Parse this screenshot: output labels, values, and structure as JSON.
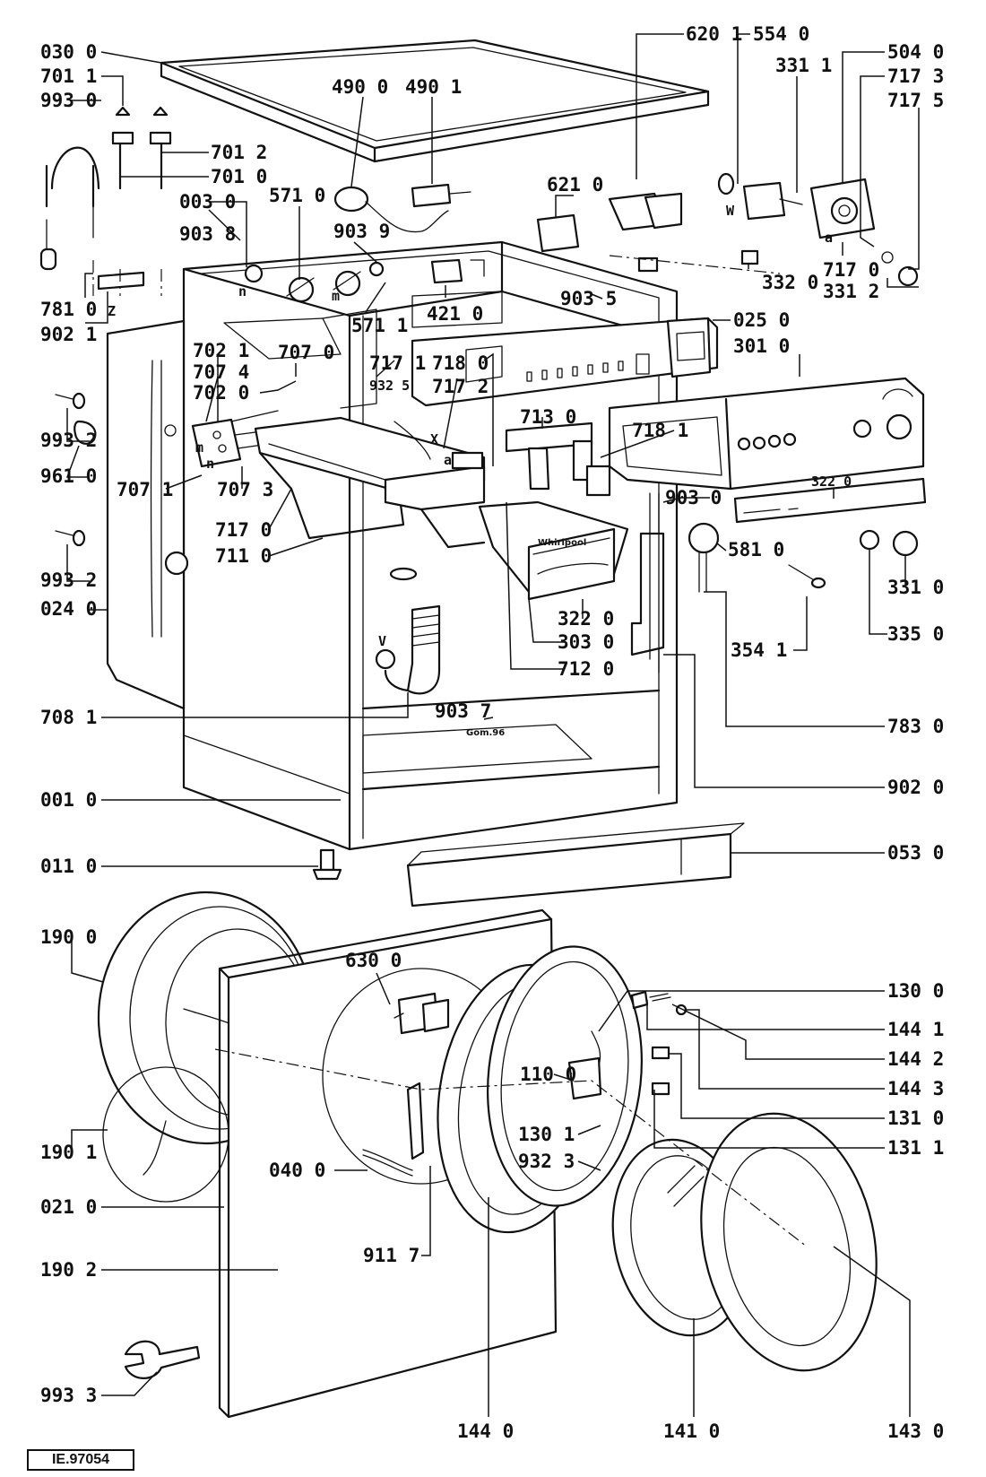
{
  "drawing_ref": "IE.97054",
  "brand_mark": "Whirlpool",
  "signature": "Gom.96",
  "labels": {
    "p0300": "030 0",
    "p7011": "701 1",
    "p9930": "993 0",
    "p7012": "701 2",
    "p7010": "701 0",
    "p0030": "003 0",
    "p5710": "571 0",
    "p4900": "490 0",
    "p4901": "490 1",
    "p9038": "903 8",
    "p9039": "903 9",
    "p7810": "781 0",
    "p9021": "902 1",
    "p4210": "421 0",
    "p5711": "571 1",
    "p6201": "620 1",
    "p5540": "554 0",
    "p3311": "331 1",
    "p5040": "504 0",
    "p7173": "717 3",
    "p7175": "717 5",
    "p6210": "621 0",
    "p3320": "332 0",
    "p7170a": "717 0",
    "p3312": "331 2",
    "p9035": "903 5",
    "p0250": "025 0",
    "p3010": "301 0",
    "p7021": "702 1",
    "p7074": "707 4",
    "p7020": "702 0",
    "p7070": "707 0",
    "p7171": "717 1",
    "p9325": "932 5",
    "p7180": "718 0",
    "p7172": "717 2",
    "p9932a": "993 2",
    "p9610": "961 0",
    "p7071": "707 1",
    "p7073": "707 3",
    "p7170b": "717 0",
    "p7110": "711 0",
    "p7130": "713 0",
    "p7181": "718 1",
    "p9030": "903 0",
    "p3220a": "322 0",
    "p9932b": "993 2",
    "p0240": "024 0",
    "p5810": "581 0",
    "p3310": "331 0",
    "p3220b": "322 0",
    "p3350": "335 0",
    "p3030": "303 0",
    "p3541": "354 1",
    "p7120": "712 0",
    "p7081": "708 1",
    "p9037": "903 7",
    "p7830": "783 0",
    "p9020": "902 0",
    "p0010": "001 0",
    "p0530": "053 0",
    "p0110": "011 0",
    "p1900": "190 0",
    "p6300": "630 0",
    "p1300": "130 0",
    "p1441": "144 1",
    "p1442": "144 2",
    "p1443": "144 3",
    "p1100": "110 0",
    "p1310": "131 0",
    "p1311": "131 1",
    "p1901": "190 1",
    "p1301": "130 1",
    "p9323": "932 3",
    "p0400": "040 0",
    "p0210": "021 0",
    "p9117": "911 7",
    "p1902": "190 2",
    "p9933": "993 3",
    "p1440": "144 0",
    "p1410": "141 0",
    "p1430": "143 0"
  }
}
